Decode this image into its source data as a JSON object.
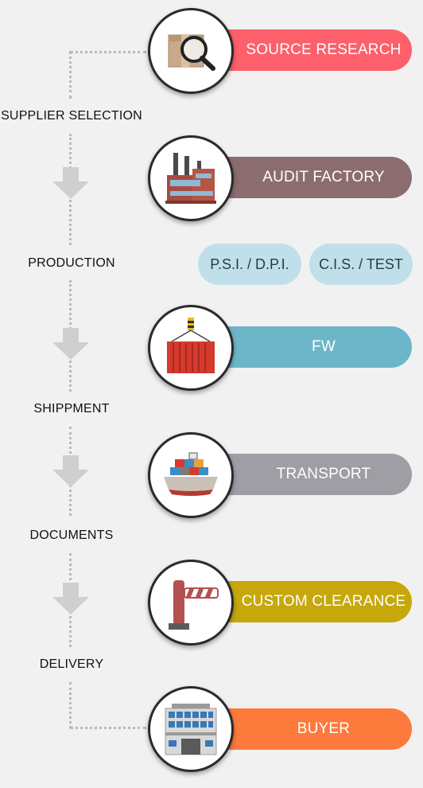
{
  "colors": {
    "source_research": "#fd5f6b",
    "audit_factory": "#8c6d6f",
    "fw": "#6db6c9",
    "transport": "#9f9ea5",
    "custom_clearance": "#c6a80c",
    "buyer": "#fc7a3b",
    "inspection": "#bfe0ea"
  },
  "stage_labels": {
    "supplier_selection": "SUPPLIER SELECTION",
    "production": "PRODUCTION",
    "shippment": "SHIPPMENT",
    "documents": "DOCUMENTS",
    "delivery": "DELIVERY"
  },
  "steps": {
    "source_research": "SOURCE RESEARCH",
    "audit_factory": "AUDIT FACTORY",
    "psi_dpi": "P.S.I. / D.P.I.",
    "cis_test": "C.I.S. / TEST",
    "fw": "FW",
    "transport": "TRANSPORT",
    "custom_clearance": "CUSTOM CLEARANCE",
    "buyer": "BUYER"
  },
  "icons": [
    "box-magnifier-icon",
    "factory-icon",
    "container-crane-icon",
    "cargo-ship-icon",
    "barrier-gate-icon",
    "building-icon"
  ]
}
